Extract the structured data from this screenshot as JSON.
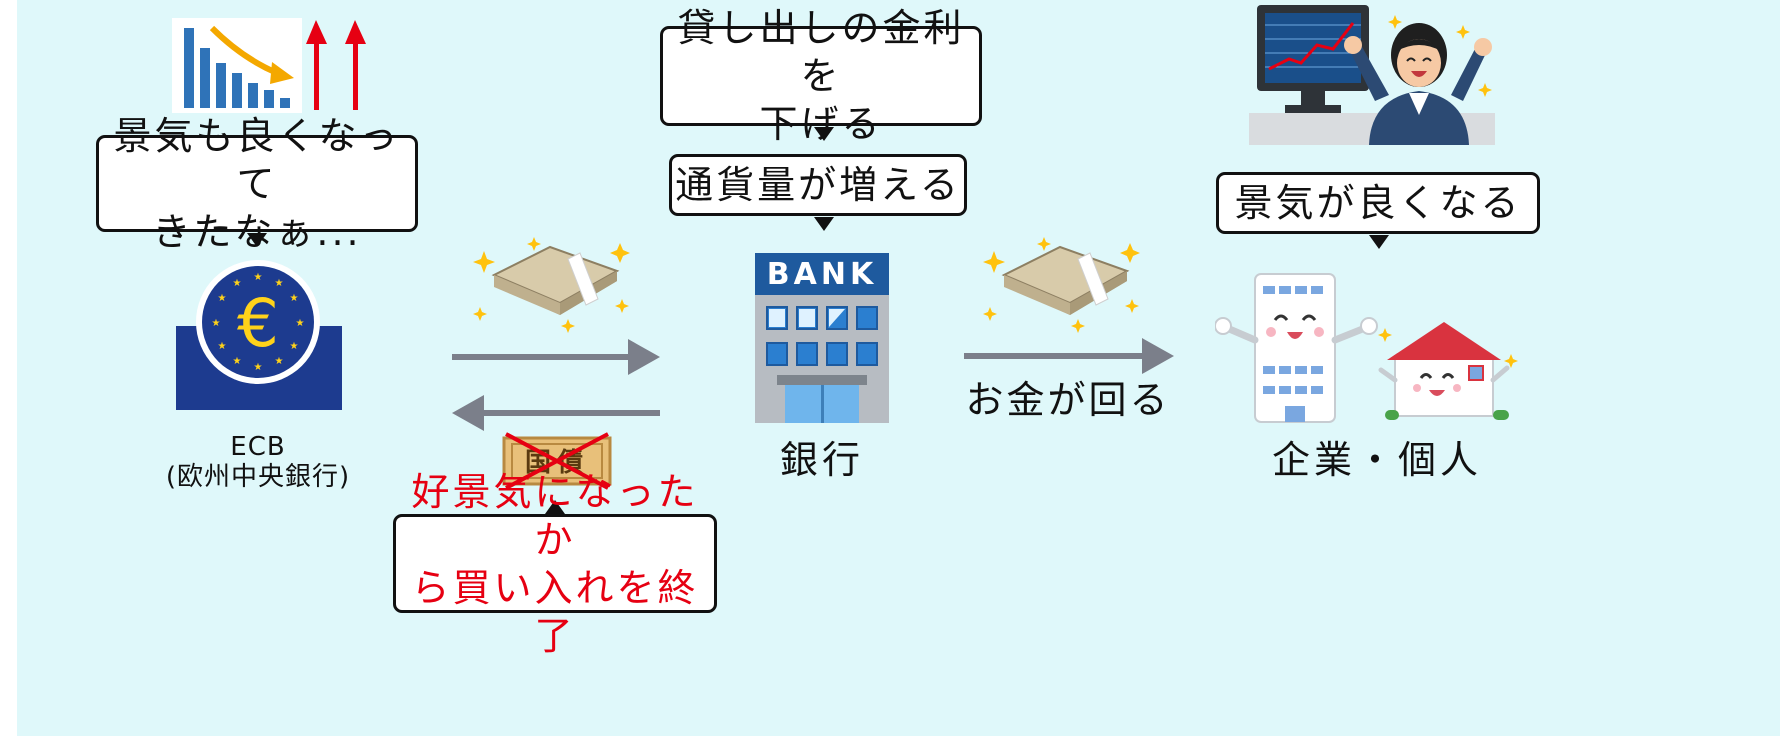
{
  "ecb": {
    "bubble": "景気も良くなって\nきたなぁ...",
    "label": "ECB\n(欧州中央銀行)",
    "bond_bubble": "好景気になったか\nら買い入れを終了",
    "bond_text": "国債"
  },
  "bank": {
    "sign": "BANK",
    "bubble_top": "貸し出しの金利を\n下げる",
    "bubble_mid": "通貨量が増える",
    "label": "銀行"
  },
  "flow": {
    "money_circulates": "お金が回る"
  },
  "public": {
    "bubble": "景気が良くなる",
    "label": "企業・個人"
  },
  "colors": {
    "background": "#dff8fa",
    "arrow": "#7b7f8a",
    "ecb_blue": "#1d3b8f",
    "euro_gold": "#ffd21a",
    "bank_blue": "#1e5a9e",
    "red": "#e60012"
  }
}
